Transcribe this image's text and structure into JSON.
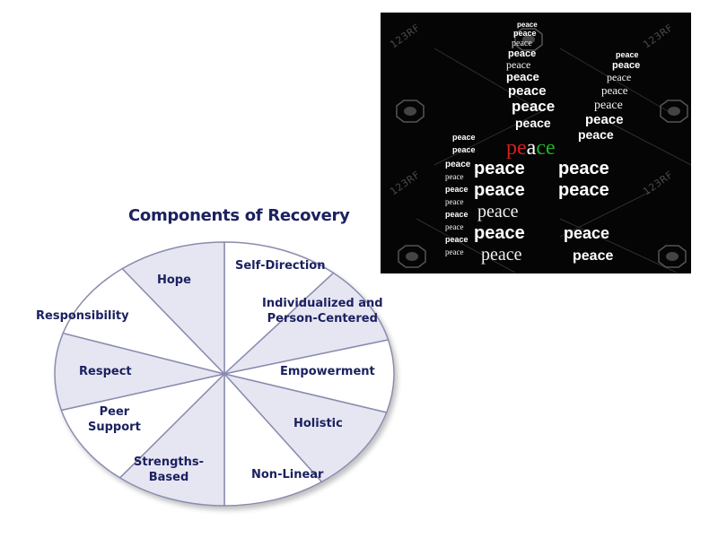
{
  "peace_image": {
    "word": "peace",
    "highlight_letters": [
      {
        "text": "pe",
        "color": "#d42020"
      },
      {
        "text": "a",
        "color": "#ffffff"
      },
      {
        "text": "ce",
        "color": "#22b024"
      }
    ],
    "watermark": "123RF",
    "background": "#050505"
  },
  "recovery_diagram": {
    "title": "Components of Recovery",
    "segments": [
      {
        "label": "Self-Direction",
        "shaded": false
      },
      {
        "label": "Individualized and Person-Centered",
        "line1": "Individualized and",
        "line2": "Person-Centered",
        "shaded": true
      },
      {
        "label": "Empowerment",
        "shaded": false
      },
      {
        "label": "Holistic",
        "shaded": true
      },
      {
        "label": "Non-Linear",
        "shaded": false
      },
      {
        "label": "Strengths-Based",
        "line1": "Strengths-",
        "line2": "Based",
        "shaded": true
      },
      {
        "label": "Peer Support",
        "line1": "Peer",
        "line2": "Support",
        "shaded": false
      },
      {
        "label": "Respect",
        "shaded": true
      },
      {
        "label": "Responsibility",
        "shaded": false
      },
      {
        "label": "Hope",
        "shaded": true
      }
    ],
    "colors": {
      "shade": "#e6e6f3",
      "line": "#8a8cae",
      "text": "#1c2160"
    }
  }
}
